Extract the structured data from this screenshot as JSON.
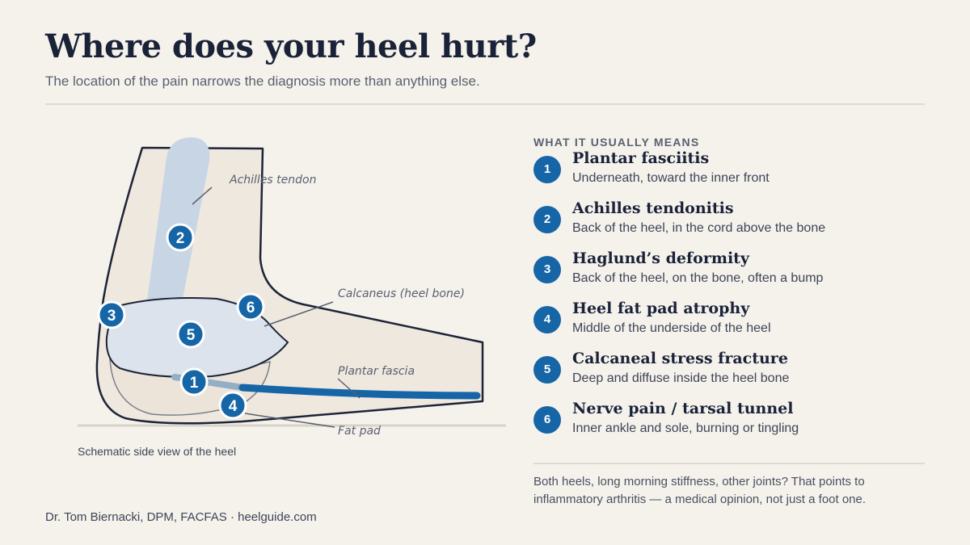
{
  "header": {
    "title": "Where does your heel hurt?",
    "subtitle": "The location of the pain narrows the diagnosis more than anything else."
  },
  "diagram": {
    "labels": {
      "achilles": "Achilles tendon",
      "calcaneus": "Calcaneus (heel bone)",
      "plantar": "Plantar fascia",
      "fatpad": "Fat pad"
    },
    "markers": [
      "1",
      "2",
      "3",
      "4",
      "5",
      "6"
    ],
    "caption": "Schematic side view of the heel"
  },
  "legend": {
    "heading": "WHAT IT USUALLY MEANS",
    "items": [
      {
        "num": "1",
        "title": "Plantar fasciitis",
        "desc": "Underneath, toward the inner front"
      },
      {
        "num": "2",
        "title": "Achilles tendonitis",
        "desc": "Back of the heel, in the cord above the bone"
      },
      {
        "num": "3",
        "title": "Haglund’s deformity",
        "desc": "Back of the heel, on the bone, often a bump"
      },
      {
        "num": "4",
        "title": "Heel fat pad atrophy",
        "desc": "Middle of the underside of the heel"
      },
      {
        "num": "5",
        "title": "Calcaneal stress fracture",
        "desc": "Deep and diffuse inside the heel bone"
      },
      {
        "num": "6",
        "title": "Nerve pain / tarsal tunnel",
        "desc": "Inner ankle and sole, burning or tingling"
      }
    ],
    "note": "Both heels, long morning stiffness, other joints? That points to inflammatory arthritis — a medical opinion, not just a foot one."
  },
  "footer": {
    "credit": "Dr. Tom Biernacki, DPM, FACFAS · heelguide.com"
  },
  "colors": {
    "background": "#f5f2ec",
    "accent_blue": "#1565a7",
    "heading_navy": "#1a2238",
    "tendon": "#c8d5e4",
    "bone": "#dde3ec",
    "foot_fill": "#efe8de"
  }
}
